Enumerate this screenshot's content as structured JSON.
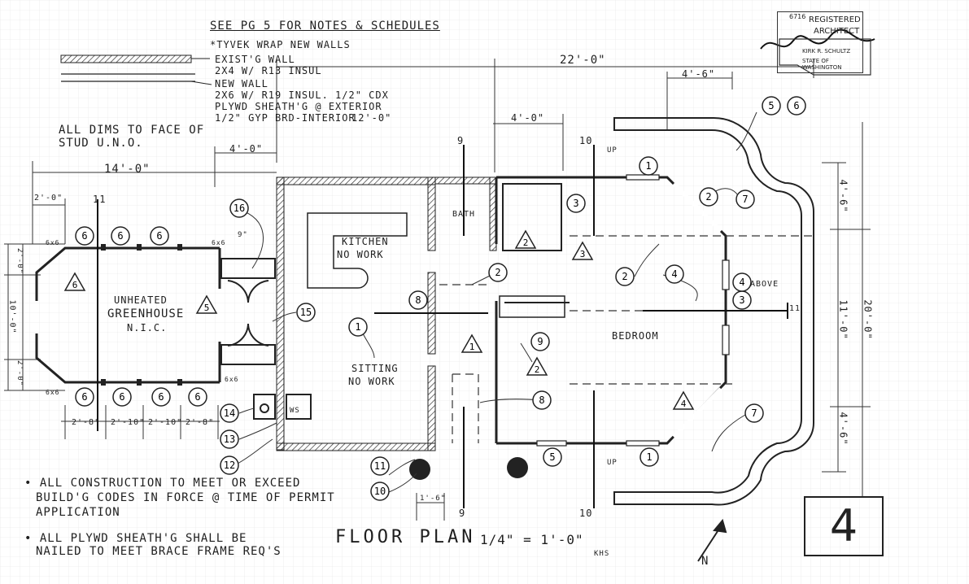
{
  "notes": {
    "header": "SEE PG 5 FOR NOTES & SCHEDULES",
    "tyvek": "*TYVEK WRAP NEW WALLS",
    "existing_wall": "EXIST'G WALL",
    "existing_wall_spec": "2X4 W/ R13 INSUL",
    "new_wall": "NEW WALL",
    "new_wall_spec1": "2X6 W/ R19 INSUL. 1/2\" CDX",
    "new_wall_spec2": "PLYWD SHEATH'G @ EXTERIOR",
    "new_wall_spec3": "1/2\" GYP BRD-INTERIOR",
    "new_wall_height": "12'-0\"",
    "dims1": "ALL DIMS TO FACE OF",
    "dims2": "STUD U.N.O.",
    "construction1": "ALL CONSTRUCTION TO MEET OR EXCEED",
    "construction2": "BUILD'G CODES IN FORCE @ TIME OF PERMIT",
    "construction3": "APPLICATION",
    "plywood1": "ALL PLYWD SHEATH'G SHALL BE",
    "plywood2": "NAILED TO MEET BRACE FRAME REQ'S"
  },
  "title": {
    "label": "FLOOR PLAN",
    "scale": "1/4\" = 1'-0\"",
    "initials": "KHS"
  },
  "sheet_number": "4",
  "north": "N",
  "stamp": {
    "number": "6716",
    "line1": "REGISTERED",
    "line2": "ARCHITECT",
    "name": "KIRK R. SCHULTZ",
    "state": "STATE OF WASHINGTON"
  },
  "rooms": {
    "greenhouse1": "UNHEATED",
    "greenhouse2": "GREENHOUSE",
    "greenhouse3": "N.I.C.",
    "kitchen": "KITCHEN",
    "kitchen_note": "NO WORK",
    "sitting": "SITTING",
    "sitting_note": "NO WORK",
    "bath": "BATH",
    "bedroom": "BEDROOM",
    "ws": "WS",
    "above": "ABOVE"
  },
  "dimensions": {
    "overall_width": "22'-0\"",
    "right_top": "4'-6\"",
    "bath_width": "4'-0\"",
    "entry_width": "4'-0\"",
    "greenhouse_width": "14'-0\"",
    "gh_left": "2'-0\"",
    "right_v1": "4'-6\"",
    "right_v2": "11'-0\"",
    "right_v3": "4'-6\"",
    "right_total": "20'-0\"",
    "left_v1": "2'-0\"",
    "left_v2": "10'-0\"",
    "left_v3": "2'-0\"",
    "gh_bottom": [
      "2'-8\"",
      "2'-10\"",
      "2'-10\"",
      "2'-8\""
    ],
    "small": "1'-6\"",
    "gh_size": "6x6",
    "dim_9": "9\""
  },
  "section_marks": [
    "9",
    "10",
    "11"
  ],
  "up_label": "UP",
  "tags": {
    "circle": [
      "1",
      "2",
      "3",
      "4",
      "5",
      "6",
      "7",
      "8",
      "9",
      "10",
      "11",
      "12",
      "13",
      "14",
      "15",
      "16"
    ],
    "triangle": [
      "1",
      "2",
      "3",
      "4",
      "5",
      "6"
    ]
  }
}
